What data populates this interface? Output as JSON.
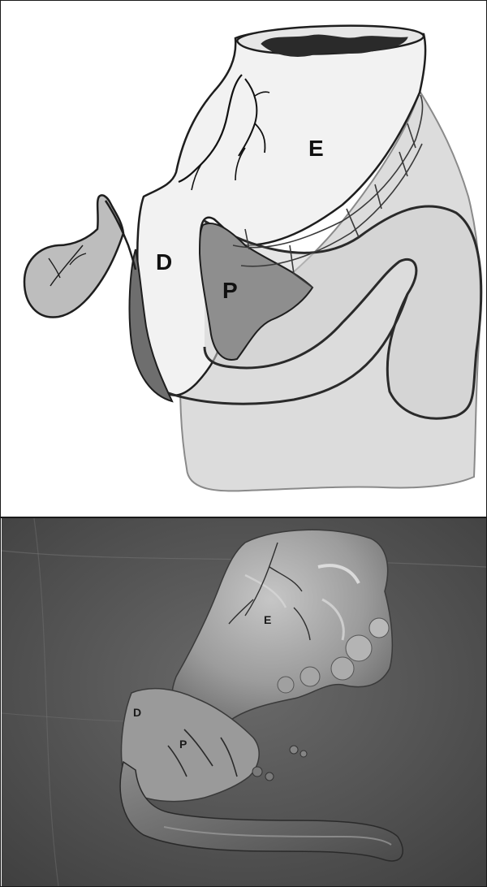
{
  "figure": {
    "top_panel": {
      "labels": {
        "stomach": "E",
        "duodenum": "D",
        "pancreas": "P"
      }
    },
    "bottom_panel": {
      "labels": {
        "stomach": "E",
        "duodenum": "D",
        "pancreas": "P"
      }
    }
  },
  "colors": {
    "outline": "#2a2a2a",
    "stomach_fill": "#f2f2f2",
    "mesentery_fill": "#dcdcdc",
    "gallbladder_fill": "#bdbdbd",
    "duodenum_shade": "#6e6e6e",
    "pancreas_fill": "#8e8e8e",
    "lumen": "#2a2a2a",
    "photo_background": "#5a5a5a",
    "specimen": "#a8a8a8"
  }
}
